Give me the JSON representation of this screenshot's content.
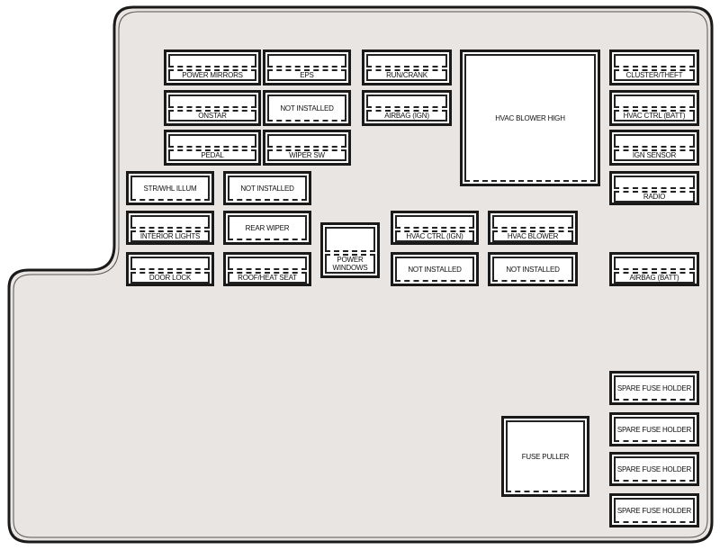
{
  "colors": {
    "panel": "#e8e5e3",
    "border": "#1a1a1a"
  },
  "fuses": {
    "power_mirrors": "POWER MIRRORS",
    "eps": "EPS",
    "run_crank": "RUN/CRANK",
    "onstar": "ONSTAR",
    "not_installed_1": "NOT INSTALLED",
    "airbag_ign": "AIRBAG (IGN)",
    "pedal": "PEDAL",
    "wiper_sw": "WIPER SW",
    "str_whl_illum": "STR/WHL ILLUM",
    "not_installed_2": "NOT INSTALLED",
    "interior_lights": "INTERIOR LIGHTS",
    "rear_wiper": "REAR WIPER",
    "door_lock": "DOOR LOCK",
    "roof_heat_seat": "ROOF/HEAT SEAT",
    "power_windows": "POWER WINDOWS",
    "hvac_ctrl_ign": "HVAC CTRL (IGN)",
    "hvac_blower": "HVAC BLOWER",
    "not_installed_3": "NOT INSTALLED",
    "not_installed_4": "NOT INSTALLED",
    "hvac_blower_high": "HVAC BLOWER HIGH",
    "cluster_theft": "CLUSTER/THEFT",
    "hvac_ctrl_batt": "HVAC CTRL (BATT)",
    "ign_sensor": "IGN SENSOR",
    "radio": "RADIO",
    "airbag_batt": "AIRBAG (BATT)",
    "spare_1": "SPARE FUSE HOLDER",
    "spare_2": "SPARE FUSE HOLDER",
    "spare_3": "SPARE FUSE HOLDER",
    "spare_4": "SPARE FUSE HOLDER",
    "fuse_puller": "FUSE PULLER"
  }
}
